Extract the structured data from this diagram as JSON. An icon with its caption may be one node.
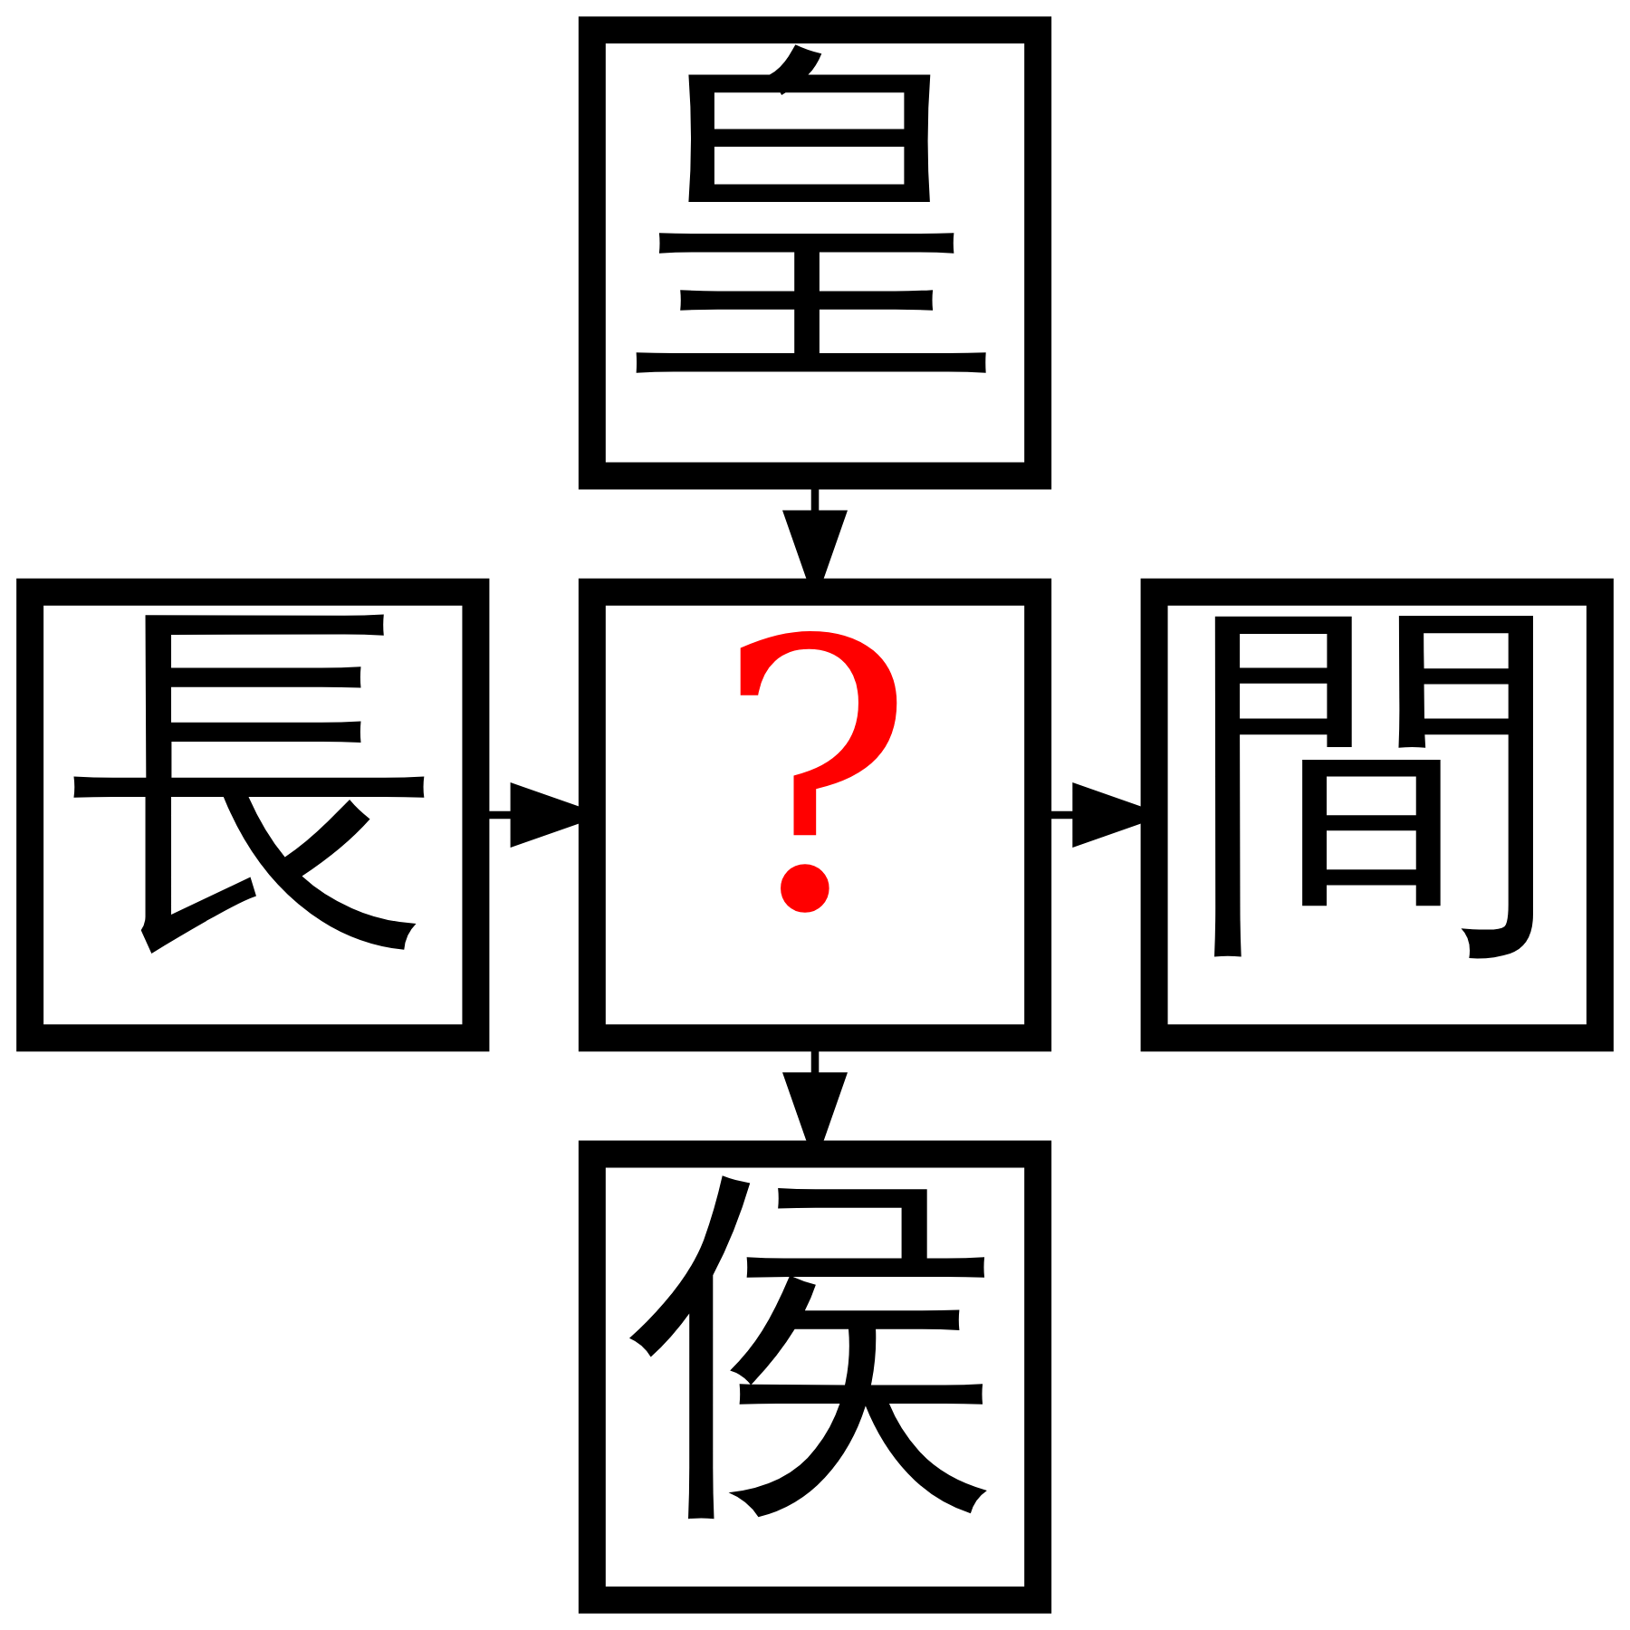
{
  "diagram": {
    "nodes": [
      {
        "text": [
          "皇"
        ]
      },
      {
        "text": [
          "長"
        ]
      },
      {
        "text": [
          "?"
        ]
      },
      {
        "text": [
          "間"
        ]
      },
      {
        "text": [
          "侯"
        ]
      }
    ],
    "edges": [
      {
        "from": 0,
        "to": 2,
        "arrow": "to"
      },
      {
        "from": 1,
        "to": 2,
        "arrow": "to"
      },
      {
        "from": 2,
        "to": 3,
        "arrow": "to"
      },
      {
        "from": 2,
        "to": 4,
        "arrow": "to"
      }
    ]
  }
}
